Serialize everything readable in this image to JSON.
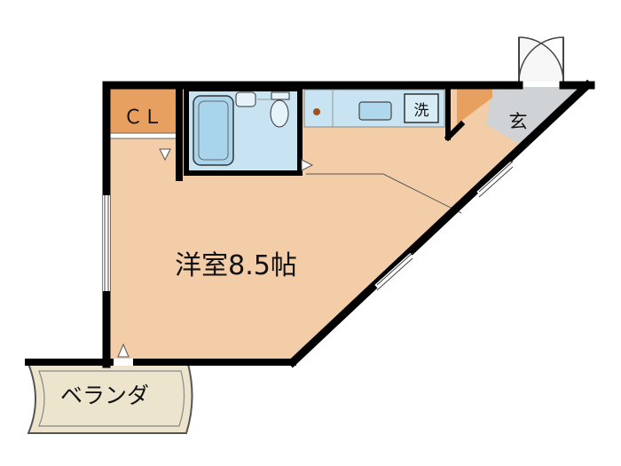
{
  "rooms": {
    "main_room": "洋室8.5帖",
    "closet": "ＣＬ",
    "entrance": "玄",
    "veranda": "ベランダ",
    "washer": "洗"
  },
  "colors": {
    "floor": "#f2cda8",
    "closet": "#e8a060",
    "wet_area": "#c8e4f2",
    "entrance_floor": "#cfd3d5",
    "veranda": "#ece4cd",
    "wall": "#000000"
  }
}
